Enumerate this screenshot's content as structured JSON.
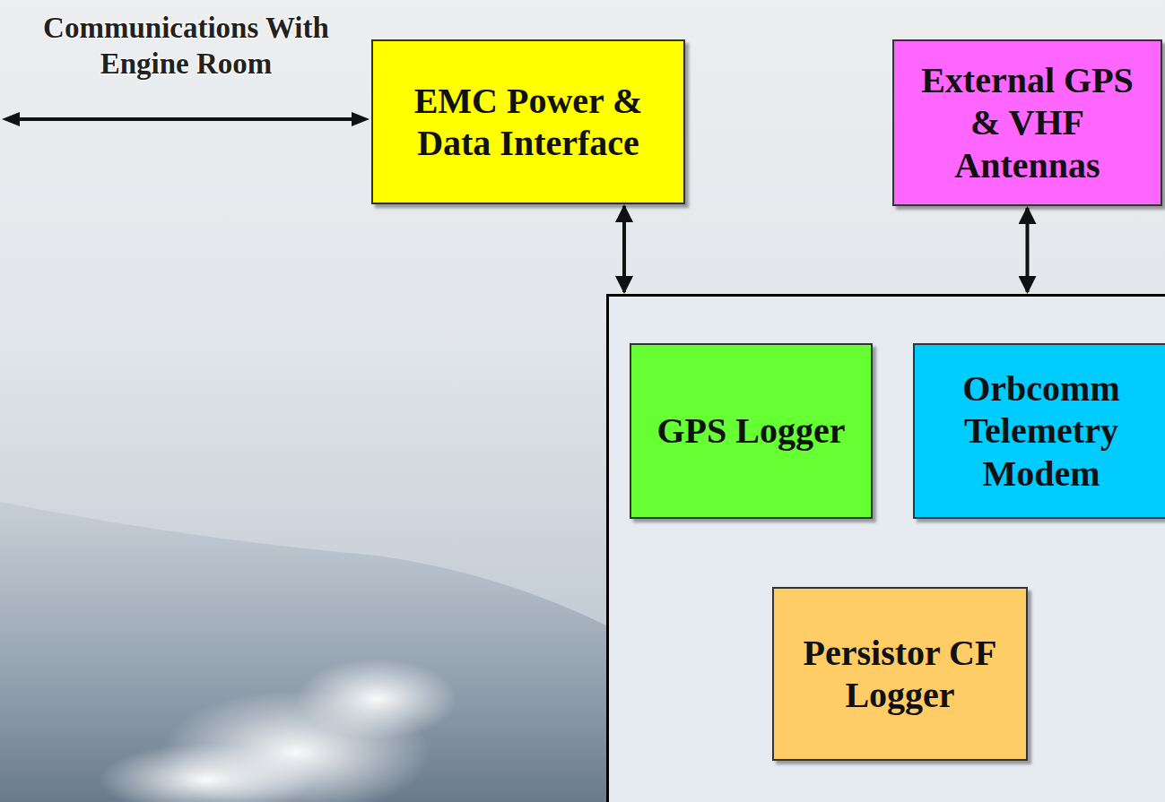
{
  "diagram": {
    "nodes": [
      {
        "text": [
          "EMC Power & Data Interface"
        ]
      },
      {
        "text": [
          "External GPS & VHF Antennas"
        ]
      },
      {
        "text": []
      },
      {
        "text": [
          "GPS Logger"
        ],
        "in": 2
      },
      {
        "text": [
          "Orbcomm Telemetry Modem"
        ],
        "in": 2
      },
      {
        "text": [
          "Persistor CF Logger"
        ],
        "in": 2
      }
    ],
    "edges": [
      {
        "from": 0,
        "to": 2,
        "arrow": "both"
      },
      {
        "from": 1,
        "to": 2,
        "arrow": "both"
      }
    ],
    "labels": [
      "Communications With Engine Room"
    ]
  }
}
